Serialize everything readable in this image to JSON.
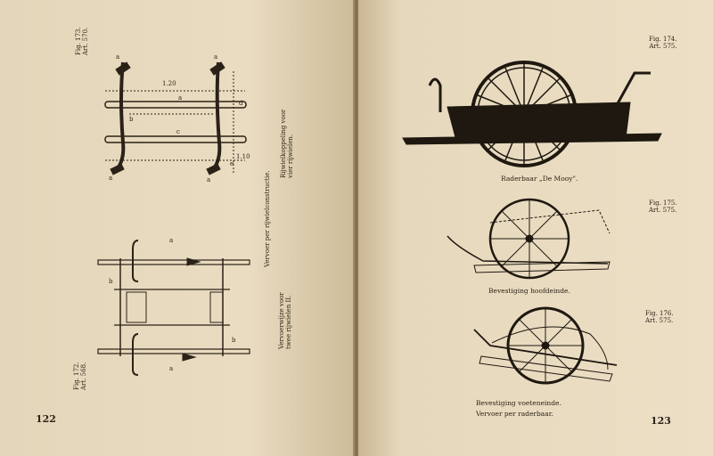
{
  "left_page": {
    "page_number": "122",
    "fig_top": {
      "fig": "Fig. 173.",
      "art": "Art. 570."
    },
    "fig_bottom": {
      "fig": "Fig. 172.",
      "art": "Art. 568."
    },
    "caption_koppeling": [
      "Rijwielkoppeling voor",
      "vier rijwielen."
    ],
    "caption_vervoer_rijwiel": "Vervoer per rijwielconstructie.",
    "caption_vervoerwijze": [
      "Vervoerwijze voor",
      "twee rijwielen II."
    ],
    "diagram_letters": [
      "a",
      "a",
      "a",
      "a",
      "1.20",
      "a",
      "b",
      "c",
      "d",
      "e",
      "1.10"
    ],
    "diagram2_letters": [
      "a",
      "a",
      "b",
      "b"
    ]
  },
  "right_page": {
    "page_number": "123",
    "fig_174": {
      "fig": "Fig. 174.",
      "art": "Art. 575."
    },
    "fig_175": {
      "fig": "Fig. 175.",
      "art": "Art. 575."
    },
    "fig_176": {
      "fig": "Fig. 176.",
      "art": "Art. 575."
    },
    "caption_174": "Raderbaar „De Mooy\".",
    "caption_175": "Bevestiging hoofdeinde.",
    "caption_176": "Bevestiging voeteneinde.",
    "caption_bottom": "Vervoer per raderbaar."
  }
}
